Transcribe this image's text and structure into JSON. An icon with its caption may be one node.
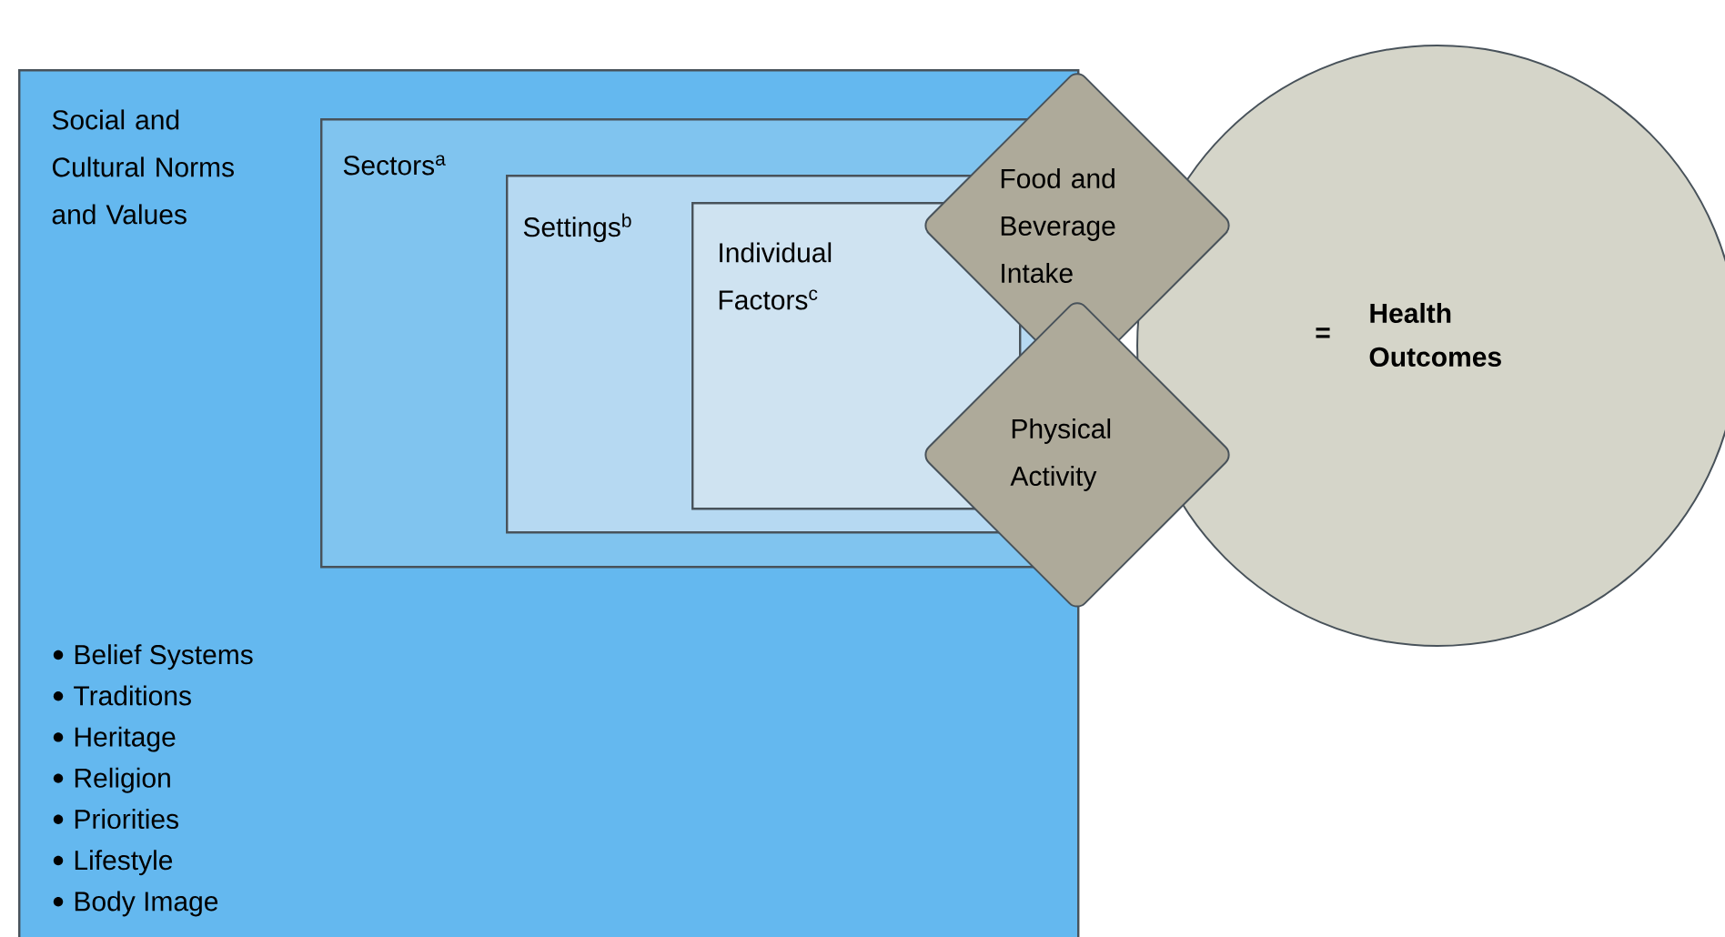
{
  "diagram": {
    "nodes": [
      {
        "text": [
          "Social and Cultural Norms and Values",
          "Belief Systems",
          "Traditions",
          "Heritage",
          "Religion",
          "Priorities",
          "Lifestyle",
          "Body Image"
        ]
      },
      {
        "text": [
          "Sectors$^{a}$"
        ],
        "in": 0
      },
      {
        "text": [
          "Settings$^{b}$"
        ],
        "in": 1
      },
      {
        "text": [
          "Individual Factors$^{c}$"
        ],
        "in": 2
      },
      {
        "text": [
          "Food and Beverage Intake"
        ]
      },
      {
        "text": [
          "Physical Activity"
        ]
      },
      {
        "text": [
          "=",
          "Health Outcomes"
        ]
      }
    ]
  }
}
